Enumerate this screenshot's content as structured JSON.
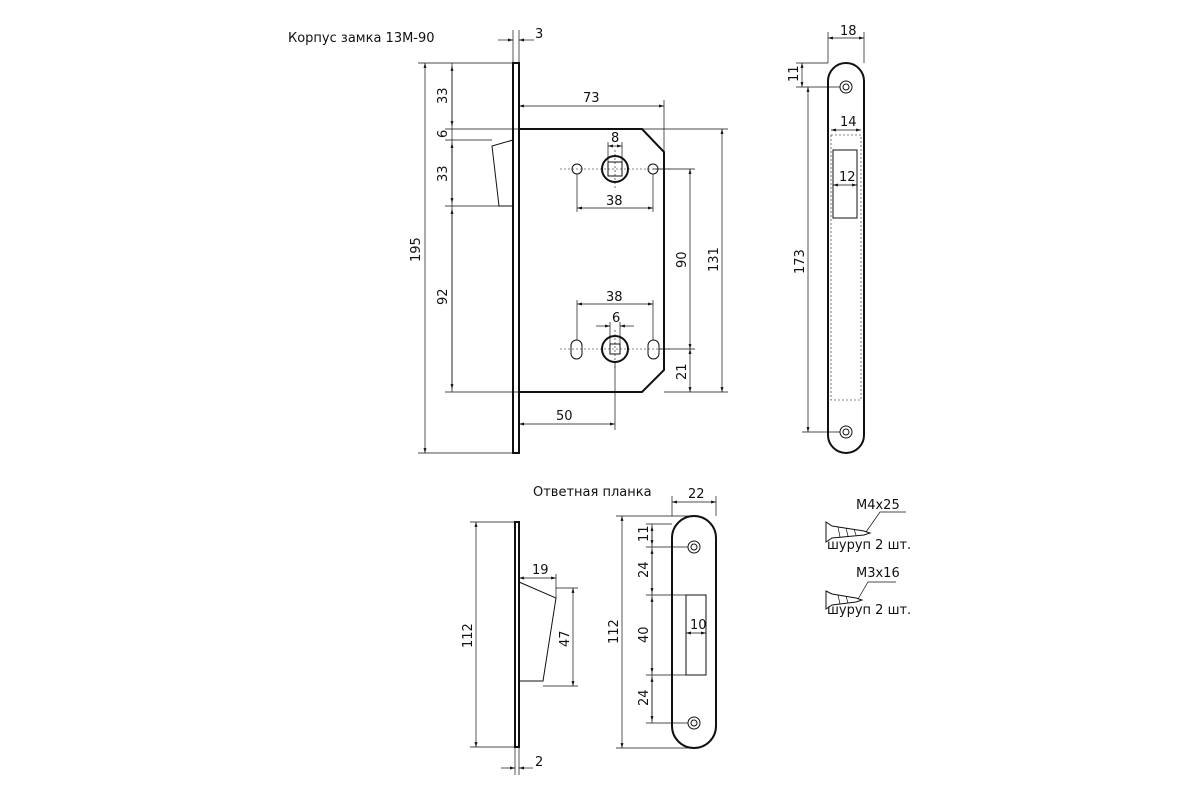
{
  "lock_body": {
    "title": "Корпус замка 13М-90",
    "dims": {
      "top_plate": "3",
      "height_total": "195",
      "top_offset": "33",
      "bolt_gap": "6",
      "latch_height": "33",
      "lower": "92",
      "backset_top": "73",
      "square": "8",
      "screws_top": "38",
      "body_height": "131",
      "centers": "90",
      "screws_bottom": "38",
      "square_bottom": "6",
      "bottom_offset": "21",
      "backset": "50"
    }
  },
  "faceplate": {
    "dims": {
      "width": "18",
      "screw_offset": "11",
      "window_width": "14",
      "window_inner": "12",
      "length": "173"
    }
  },
  "strike_plate": {
    "title": "Ответная планка",
    "dims": {
      "width": "22",
      "screw_offset": "11",
      "upper": "24",
      "middle": "40",
      "lower": "24",
      "slot": "10",
      "height": "112",
      "side_height": "112",
      "tongue": "19",
      "tongue_height": "47",
      "thickness": "2"
    }
  },
  "screws": [
    {
      "size": "M4x25",
      "label": "шуруп 2 шт."
    },
    {
      "size": "M3x16",
      "label": "шуруп 2 шт."
    }
  ]
}
